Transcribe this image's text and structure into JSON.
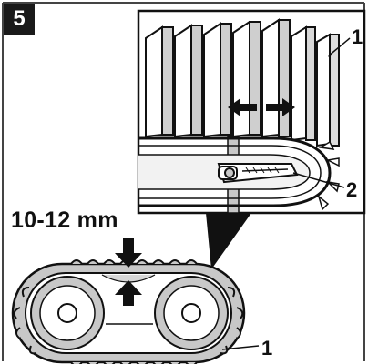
{
  "step_number": "5",
  "measurement_label": "10-12 mm",
  "callouts": {
    "top_ref": "1",
    "tensioner_ref": "2",
    "belt_ref": "1"
  },
  "colors": {
    "ink": "#111111",
    "gray": "#b8b8b8",
    "light_gray": "#e2e2e2",
    "frame": "#444444"
  }
}
